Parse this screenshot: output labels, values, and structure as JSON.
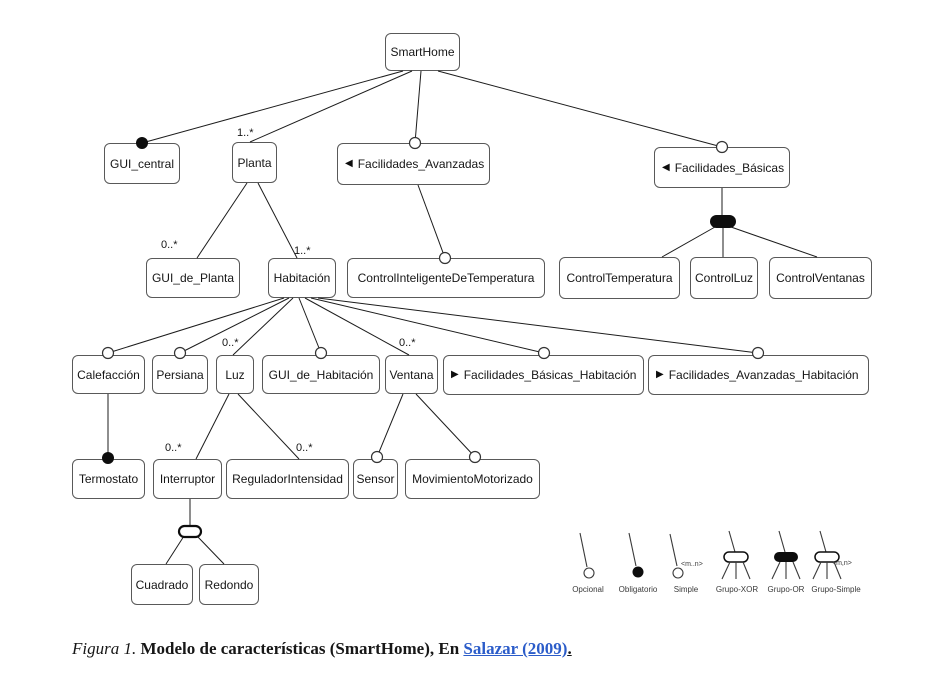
{
  "icons": {
    "collapse_left": "◀",
    "collapse_right": "▶"
  },
  "nodes": {
    "smarthome": {
      "label": "SmartHome"
    },
    "gui_central": {
      "label": "GUI_central"
    },
    "planta": {
      "label": "Planta",
      "multiplicity": "1..*"
    },
    "facilidades_avanzadas": {
      "label": "Facilidades_Avanzadas"
    },
    "facilidades_basicas": {
      "label": "Facilidades_Básicas"
    },
    "gui_de_planta": {
      "label": "GUI_de_Planta",
      "multiplicity": "0..*"
    },
    "habitacion": {
      "label": "Habitación",
      "multiplicity": "1..*"
    },
    "control_inteligente": {
      "label": "ControlInteligenteDeTemperatura"
    },
    "control_temperatura": {
      "label": "ControlTemperatura"
    },
    "control_luz": {
      "label": "ControlLuz"
    },
    "control_ventanas": {
      "label": "ControlVentanas"
    },
    "calefaccion": {
      "label": "Calefacción"
    },
    "persiana": {
      "label": "Persiana"
    },
    "luz": {
      "label": "Luz",
      "multiplicity": "0..*"
    },
    "gui_de_habitacion": {
      "label": "GUI_de_Habitación"
    },
    "ventana": {
      "label": "Ventana",
      "multiplicity": "0..*"
    },
    "facilidades_basicas_habitacion": {
      "label": "Facilidades_Básicas_Habitación"
    },
    "facilidades_avanzadas_habitacion": {
      "label": "Facilidades_Avanzadas_Habitación"
    },
    "termostato": {
      "label": "Termostato"
    },
    "interruptor": {
      "label": "Interruptor",
      "multiplicity": "0..*"
    },
    "regulador_intensidad": {
      "label": "ReguladorIntensidad",
      "multiplicity": "0..*"
    },
    "sensor": {
      "label": "Sensor"
    },
    "movimiento_motorizado": {
      "label": "MovimientoMotorizado"
    },
    "cuadrado": {
      "label": "Cuadrado"
    },
    "redondo": {
      "label": "Redondo"
    }
  },
  "legend": {
    "opcional": "Opcional",
    "obligatorio": "Obligatorio",
    "simple": "Simple",
    "grupo_xor": "Grupo-XOR",
    "grupo_or": "Grupo-OR",
    "grupo_simple": "Grupo-Simple",
    "simple_tag": "<m..n>",
    "grupo_simple_tag": "<m,n>"
  },
  "caption": {
    "figure_label": "Figura 1.",
    "text": " Modelo de características (SmartHome), En ",
    "link": "Salazar (2009)",
    "period": "."
  }
}
